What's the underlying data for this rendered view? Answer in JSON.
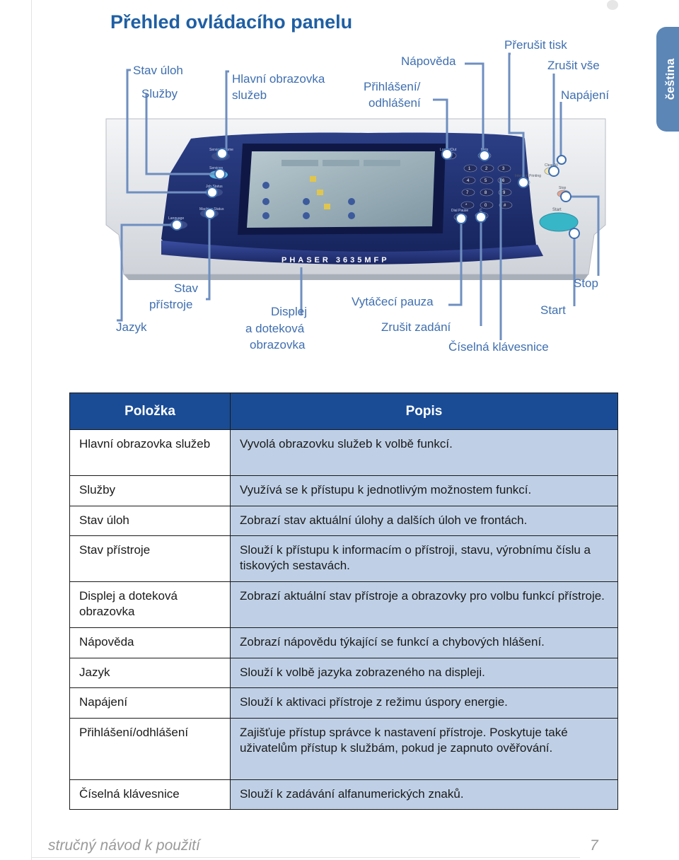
{
  "title": "Přehled ovládacího panelu",
  "language_tab": "čeština",
  "panel": {
    "model": "PHASER 3635MFP",
    "button_labels": {
      "services_home": "Services Home",
      "services": "Services",
      "job_status": "Job Status",
      "machine_status": "Machine Status",
      "language": "Language",
      "log_in_out": "Log In/Out",
      "help": "Help",
      "interrupt": "Interrupt Printing",
      "clear_all": "Clear All",
      "stop": "Stop",
      "start": "Start",
      "dial_pause": "Dial Pause",
      "cancel_entry": "C"
    },
    "keypad": [
      "1",
      "2",
      "3",
      "4",
      "5",
      "6",
      "7",
      "8",
      "9",
      "*",
      "0",
      "#"
    ]
  },
  "callouts": {
    "stav_uloh": "Stav úloh",
    "sluzby": "Služby",
    "hlavni_obrazovka_1": "Hlavní obrazovka",
    "hlavni_obrazovka_2": "služeb",
    "napoveda": "Nápověda",
    "prihlaseni_1": "Přihlášení/",
    "prihlaseni_2": "odhlášení",
    "prerusit_tisk": "Přerušit tisk",
    "zrusit_vse": "Zrušit vše",
    "napajeni": "Napájení",
    "stav_pristroje_1": "Stav",
    "stav_pristroje_2": "přístroje",
    "jazyk": "Jazyk",
    "displej_1": "Displej",
    "displej_2": "a doteková",
    "displej_3": "obrazovka",
    "vytaceci_pauza": "Vytáčecí pauza",
    "zrusit_zadani": "Zrušit zadání",
    "ciselna_klavesnice": "Číselná klávesnice",
    "start": "Start",
    "stop": "Stop"
  },
  "table": {
    "headers": [
      "Položka",
      "Popis"
    ],
    "rows": [
      {
        "item": "Hlavní obrazovka služeb",
        "desc": "Vyvolá obrazovku služeb k volbě funkcí."
      },
      {
        "item": "Služby",
        "desc": "Využívá se k přístupu k jednotlivým možnostem funkcí."
      },
      {
        "item": "Stav úloh",
        "desc": "Zobrazí stav aktuální úlohy a dalších úloh ve frontách."
      },
      {
        "item": "Stav přístroje",
        "desc": "Slouží k přístupu k informacím o přístroji, stavu, výrobnímu číslu a tiskových sestavách."
      },
      {
        "item": "Displej a doteková obrazovka",
        "desc": "Zobrazí aktuální stav přístroje a obrazovky pro volbu funkcí přístroje."
      },
      {
        "item": "Nápověda",
        "desc": "Zobrazí nápovědu týkající se funkcí a chybových hlášení."
      },
      {
        "item": "Jazyk",
        "desc": "Slouží k volbě jazyka zobrazeného na displeji."
      },
      {
        "item": "Napájení",
        "desc": "Slouží k aktivaci přístroje z režimu úspory energie."
      },
      {
        "item": "Přihlášení/odhlášení",
        "desc": "Zajišťuje přístup správce k nastavení přístroje. Poskytuje také uživatelům přístup k službám, pokud je zapnuto ověřování."
      },
      {
        "item": "Číselná klávesnice",
        "desc": "Slouží k zadávání alfanumerických znaků."
      }
    ]
  },
  "footer": {
    "left": "stručný návod k použití",
    "page": "7"
  },
  "colors": {
    "title_blue": "#1f5fa3",
    "label_blue": "#3f6fb0",
    "header_blue": "#1a4c96",
    "row_blue": "#bfd0e6",
    "tab_blue": "#5b86b6",
    "panel_navy": "#1e2f6e"
  }
}
